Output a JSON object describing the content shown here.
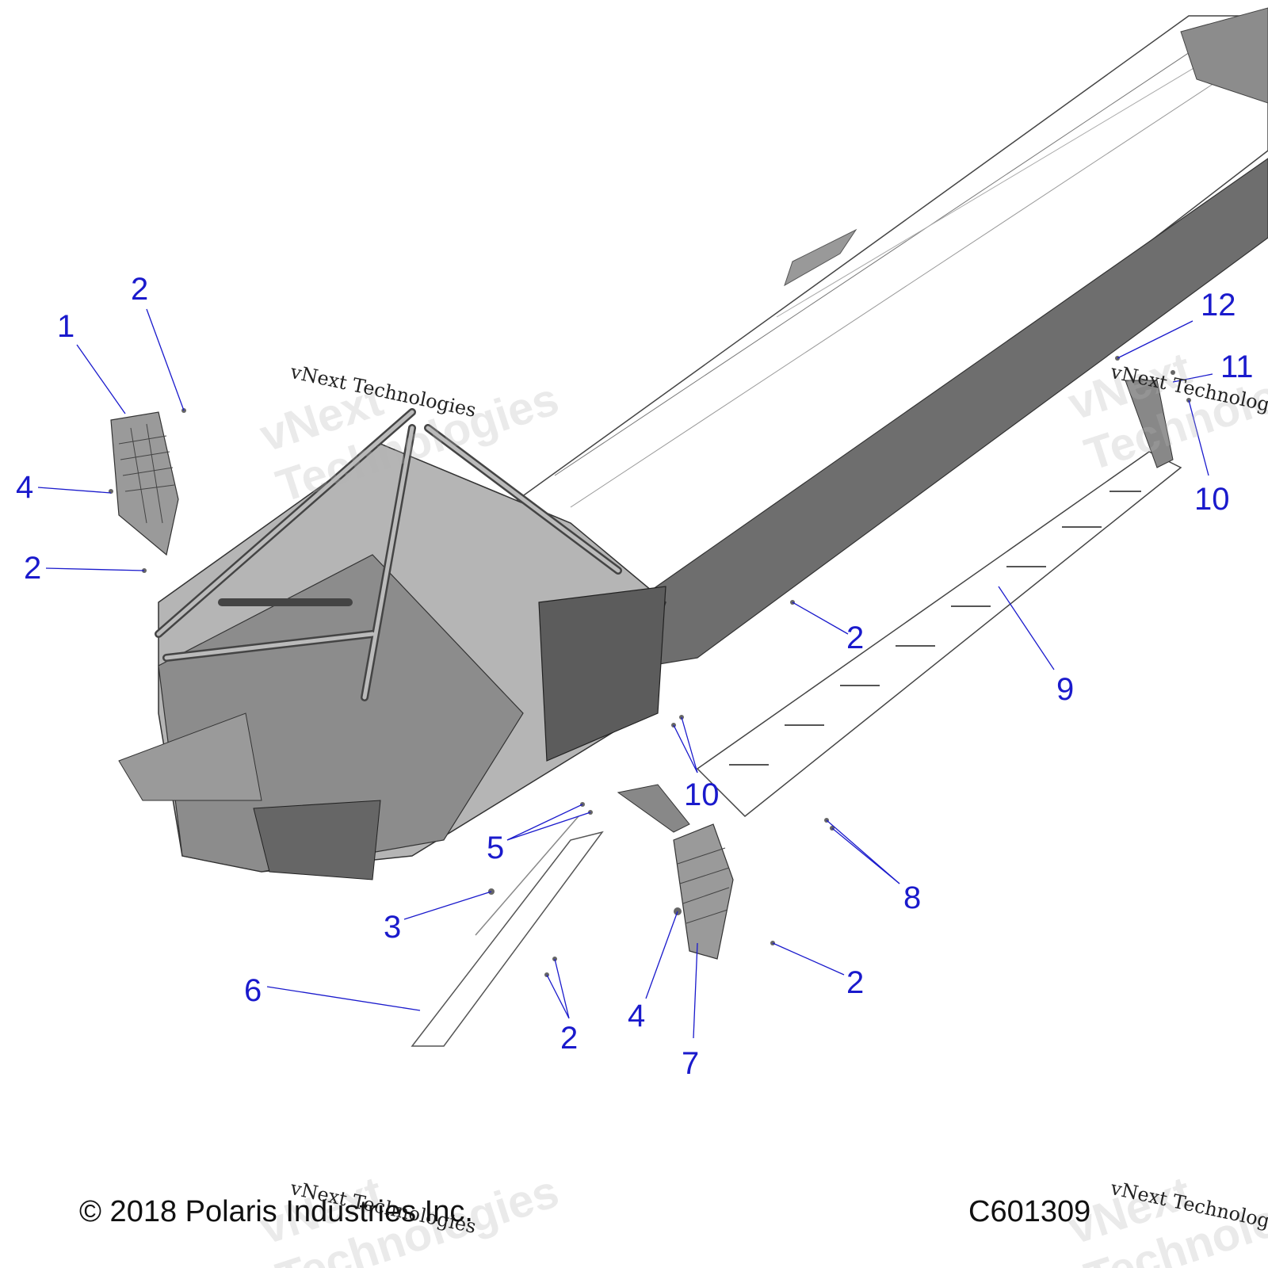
{
  "callouts": {
    "c1": "1",
    "c2a": "2",
    "c4a": "4",
    "c2b": "2",
    "c12": "12",
    "c11": "11",
    "c10a": "10",
    "c2c": "2",
    "c9": "9",
    "c10b": "10",
    "c5": "5",
    "c3": "3",
    "c8": "8",
    "c6": "6",
    "c2d": "2",
    "c4b": "4",
    "c7": "7",
    "c2e": "2"
  },
  "footer": {
    "copyright": "© 2018 Polaris Industries Inc.",
    "code": "C601309"
  },
  "watermark": {
    "text": "vNext Technologies",
    "line1": "vNext",
    "line2": "Technologies"
  },
  "colors": {
    "callout": "#1a1acc",
    "part_fill": "#8a8a8a",
    "part_dark": "#5a5a5a"
  }
}
